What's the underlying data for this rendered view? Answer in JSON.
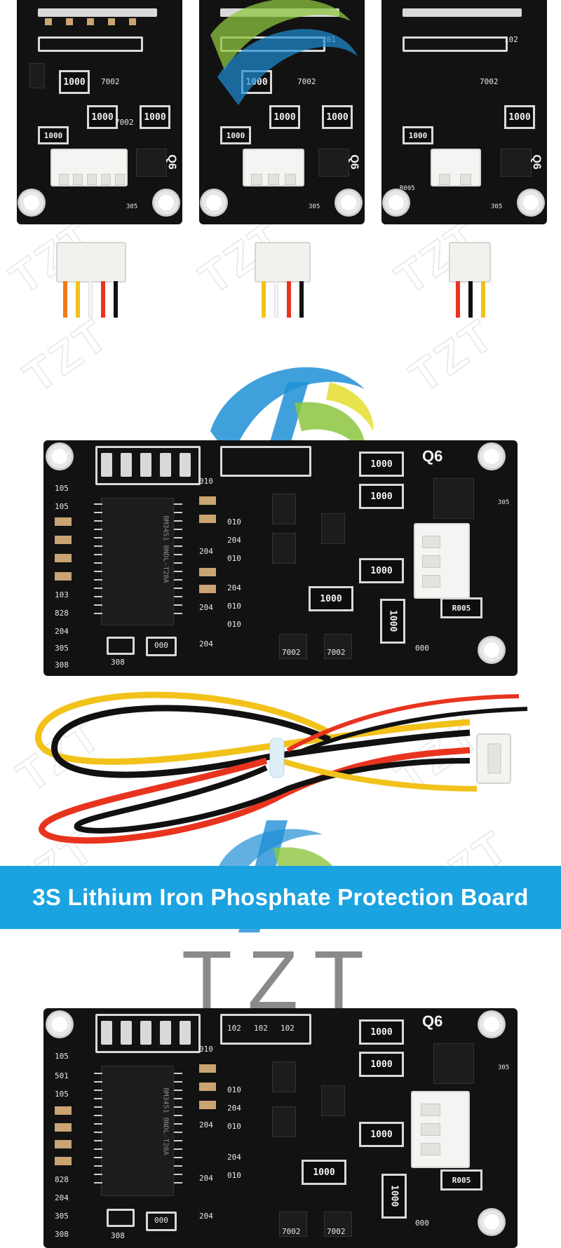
{
  "banner": {
    "title": "3S Lithium Iron Phosphate Protection Board"
  },
  "brand": {
    "logo_text": "TZT"
  },
  "board_labels": {
    "q6": "Q6",
    "resistor_1000": "1000",
    "resistor_r005": "R005",
    "resistor_7002": "7002",
    "code_105": "105",
    "code_103": "103",
    "code_828": "828",
    "code_204": "204",
    "code_305": "305",
    "code_308": "308",
    "code_010": "010",
    "code_000": "000",
    "code_102": "102",
    "code_201": "201",
    "code_501": "501",
    "ic_marking": "BM3451 BNDL-T28A"
  },
  "colors": {
    "banner": "#1aa3e0",
    "pcb": "#121212",
    "silk": "#d9d9d9",
    "wire_red": "#e8341f",
    "wire_yellow": "#f2c21a",
    "wire_black": "#111111",
    "wire_white": "#f5f5f5",
    "wire_orange": "#f07a1a",
    "logo_blue": "#1f8fd6",
    "logo_green": "#8cc63f",
    "logo_yellow": "#e6e03a"
  }
}
